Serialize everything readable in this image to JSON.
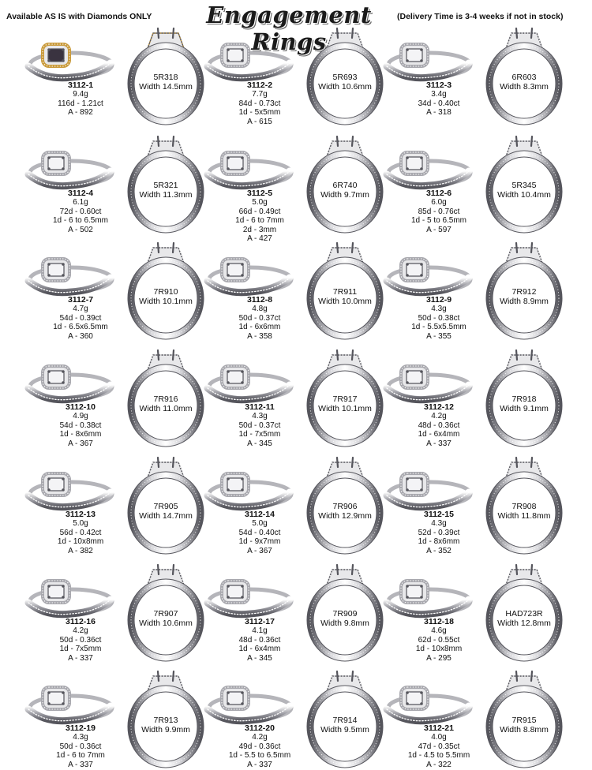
{
  "header": {
    "left_note": "Available AS IS with Diamonds ONLY",
    "title": "Engagement Rings",
    "right_note": "(Delivery Time is 3-4 weeks if not in stock)"
  },
  "rings": [
    {
      "code": "3112-1",
      "weight": "9.4g",
      "diamonds": "116d - 1.21ct",
      "center": "",
      "price": "A - 892",
      "band_code": "5R318",
      "band_width": "Width 14.5mm"
    },
    {
      "code": "3112-2",
      "weight": "7.7g",
      "diamonds": "84d - 0.73ct",
      "center": "1d - 5x5mm",
      "price": "A - 615",
      "band_code": "5R693",
      "band_width": "Width 10.6mm"
    },
    {
      "code": "3112-3",
      "weight": "3.4g",
      "diamonds": "34d - 0.40ct",
      "center": "",
      "price": "A - 318",
      "band_code": "6R603",
      "band_width": "Width 8.3mm"
    },
    {
      "code": "3112-4",
      "weight": "6.1g",
      "diamonds": "72d - 0.60ct",
      "center": "1d - 6 to 6.5mm",
      "price": "A - 502",
      "band_code": "5R321",
      "band_width": "Width 11.3mm"
    },
    {
      "code": "3112-5",
      "weight": "5.0g",
      "diamonds": "66d - 0.49ct",
      "center": "1d - 6 to 7mm",
      "extra": "2d - 3mm",
      "price": "A - 427",
      "band_code": "6R740",
      "band_width": "Width 9.7mm"
    },
    {
      "code": "3112-6",
      "weight": "6.0g",
      "diamonds": "85d - 0.76ct",
      "center": "1d - 5 to 6.5mm",
      "price": "A - 597",
      "band_code": "5R345",
      "band_width": "Width 10.4mm"
    },
    {
      "code": "3112-7",
      "weight": "4.7g",
      "diamonds": "54d - 0.39ct",
      "center": "1d - 6.5x6.5mm",
      "price": "A - 360",
      "band_code": "7R910",
      "band_width": "Width 10.1mm"
    },
    {
      "code": "3112-8",
      "weight": "4.8g",
      "diamonds": "50d - 0.37ct",
      "center": "1d - 6x6mm",
      "price": "A - 358",
      "band_code": "7R911",
      "band_width": "Width 10.0mm"
    },
    {
      "code": "3112-9",
      "weight": "4.3g",
      "diamonds": "50d - 0.38ct",
      "center": "1d - 5.5x5.5mm",
      "price": "A - 355",
      "band_code": "7R912",
      "band_width": "Width 8.9mm"
    },
    {
      "code": "3112-10",
      "weight": "4.9g",
      "diamonds": "54d - 0.38ct",
      "center": "1d - 8x6mm",
      "price": "A - 367",
      "band_code": "7R916",
      "band_width": "Width 11.0mm"
    },
    {
      "code": "3112-11",
      "weight": "4.3g",
      "diamonds": "50d - 0.37ct",
      "center": "1d - 7x5mm",
      "price": "A - 345",
      "band_code": "7R917",
      "band_width": "Width 10.1mm"
    },
    {
      "code": "3112-12",
      "weight": "4.2g",
      "diamonds": "48d - 0.36ct",
      "center": "1d - 6x4mm",
      "price": "A - 337",
      "band_code": "7R918",
      "band_width": "Width 9.1mm"
    },
    {
      "code": "3112-13",
      "weight": "5.0g",
      "diamonds": "56d - 0.42ct",
      "center": "1d - 10x8mm",
      "price": "A - 382",
      "band_code": "7R905",
      "band_width": "Width 14.7mm"
    },
    {
      "code": "3112-14",
      "weight": "5.0g",
      "diamonds": "54d - 0.40ct",
      "center": "1d - 9x7mm",
      "price": "A - 367",
      "band_code": "7R906",
      "band_width": "Width 12.9mm"
    },
    {
      "code": "3112-15",
      "weight": "4.3g",
      "diamonds": "52d - 0.39ct",
      "center": "1d - 8x6mm",
      "price": "A - 352",
      "band_code": "7R908",
      "band_width": "Width 11.8mm"
    },
    {
      "code": "3112-16",
      "weight": "4.2g",
      "diamonds": "50d - 0.36ct",
      "center": "1d - 7x5mm",
      "price": "A - 337",
      "band_code": "7R907",
      "band_width": "Width 10.6mm"
    },
    {
      "code": "3112-17",
      "weight": "4.1g",
      "diamonds": "48d - 0.36ct",
      "center": "1d - 6x4mm",
      "price": "A - 345",
      "band_code": "7R909",
      "band_width": "Width 9.8mm"
    },
    {
      "code": "3112-18",
      "weight": "4.6g",
      "diamonds": "62d - 0.55ct",
      "center": "1d - 10x8mm",
      "price": "A - 295",
      "band_code": "HAD723R",
      "band_width": "Width 12.8mm"
    },
    {
      "code": "3112-19",
      "weight": "4.3g",
      "diamonds": "50d - 0.36ct",
      "center": "1d - 6 to 7mm",
      "price": "A - 337",
      "band_code": "7R913",
      "band_width": "Width 9.9mm"
    },
    {
      "code": "3112-20",
      "weight": "4.2g",
      "diamonds": "49d - 0.36ct",
      "center": "1d - 5.5 to 6.5mm",
      "price": "A - 337",
      "band_code": "7R914",
      "band_width": "Width 9.5mm"
    },
    {
      "code": "3112-21",
      "weight": "4.0g",
      "diamonds": "47d - 0.35ct",
      "center": "1d - 4.5 to 5.5mm",
      "price": "A - 322",
      "band_code": "7R915",
      "band_width": "Width 8.8mm"
    }
  ],
  "colors": {
    "metal_light": "#e8e8ea",
    "metal_mid": "#a8a8ae",
    "metal_dark": "#55555c",
    "gold": "#c99a3a",
    "gem": "#3a3340"
  }
}
